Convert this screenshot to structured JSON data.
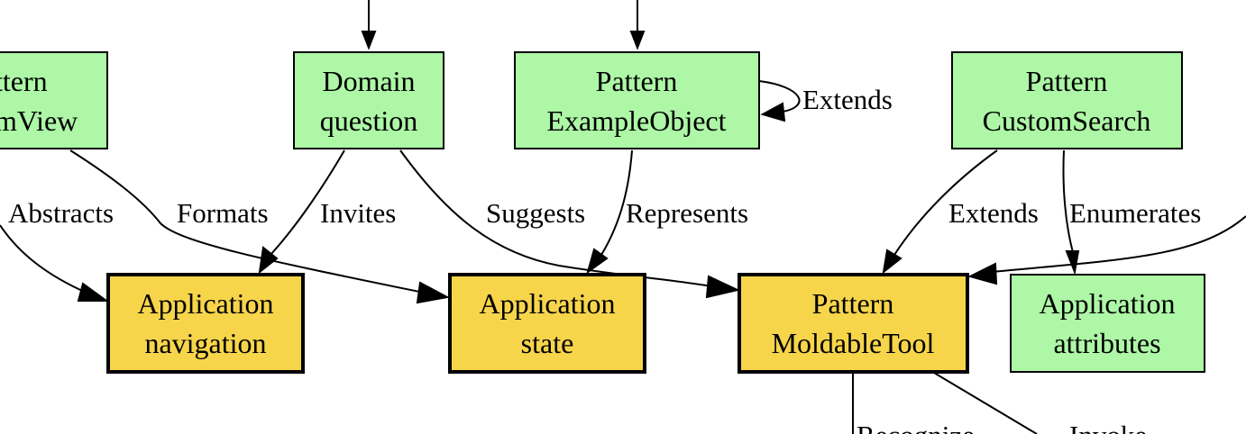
{
  "nodes": {
    "custom_view": {
      "line1": "ttern",
      "line2": "mView"
    },
    "domain_question": {
      "line1": "Domain",
      "line2": "question"
    },
    "example_object": {
      "line1": "Pattern",
      "line2": "ExampleObject"
    },
    "custom_search": {
      "line1": "Pattern",
      "line2": "CustomSearch"
    },
    "app_navigation": {
      "line1": "Application",
      "line2": "navigation"
    },
    "app_state": {
      "line1": "Application",
      "line2": "state"
    },
    "moldable_tool": {
      "line1": "Pattern",
      "line2": "MoldableTool"
    },
    "app_attributes": {
      "line1": "Application",
      "line2": "attributes"
    }
  },
  "edges": {
    "abstracts": "Abstracts",
    "formats": "Formats",
    "invites": "Invites",
    "suggests": "Suggests",
    "represents": "Represents",
    "extends_self": "Extends",
    "extends": "Extends",
    "enumerates": "Enumerates",
    "recognize": "Recognize",
    "invoke": "Invoke"
  },
  "colors": {
    "pattern_node": "#adf7a6",
    "highlight_node": "#f7d54b",
    "outline": "#000000"
  }
}
